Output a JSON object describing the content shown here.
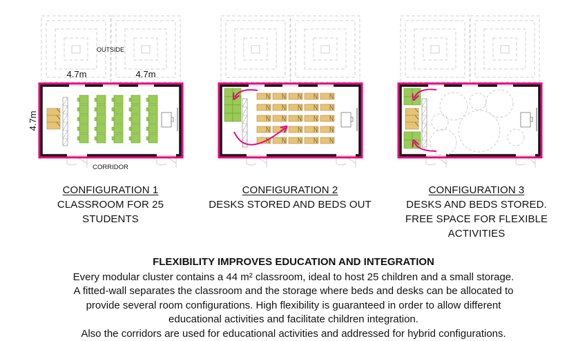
{
  "colors": {
    "outline_magenta": "#e5087e",
    "wall_black": "#111111",
    "desk_green": "#99cc55",
    "bed_tan": "#e8c374",
    "dashed_grey": "#d0d0d0",
    "arrow_magenta": "#e5087e"
  },
  "labels": {
    "outside": "OUTSIDE",
    "corridor": "CORRIDOR",
    "width_left": "4.7m",
    "width_right": "4.7m",
    "depth": "4.7m"
  },
  "configurations": [
    {
      "title": "CONFIGURATION 1",
      "desc_lines": [
        "CLASSROOM FOR 25 STUDENTS"
      ],
      "layout": "25 green desks in 5 columns x 5 rows, beds stored"
    },
    {
      "title": "CONFIGURATION 2",
      "desc_lines": [
        "DESKS STORED AND BEDS OUT"
      ],
      "layout": "25 tan beds in 5 x 5 grid, desks stored"
    },
    {
      "title": "CONFIGURATION 3",
      "desc_lines": [
        "DESKS AND BEDS STORED.",
        "FREE SPACE FOR FLEXIBLE ACTIVITIES"
      ],
      "layout": "open space with dashed activity circles"
    }
  ],
  "description": {
    "heading": "FLEXIBILITY IMPROVES EDUCATION AND INTEGRATION",
    "lines": [
      "Every modular cluster contains a 44 m² classroom, ideal to host 25 children and a small storage.",
      "A fitted-wall separates the classroom and the storage where beds and desks can be allocated to",
      "provide several room configurations. High flexibility is guaranteed in order to allow different",
      "educational activities and facilitate children integration.",
      "Also the corridors are used for educational activities and addressed for hybrid configurations."
    ]
  }
}
